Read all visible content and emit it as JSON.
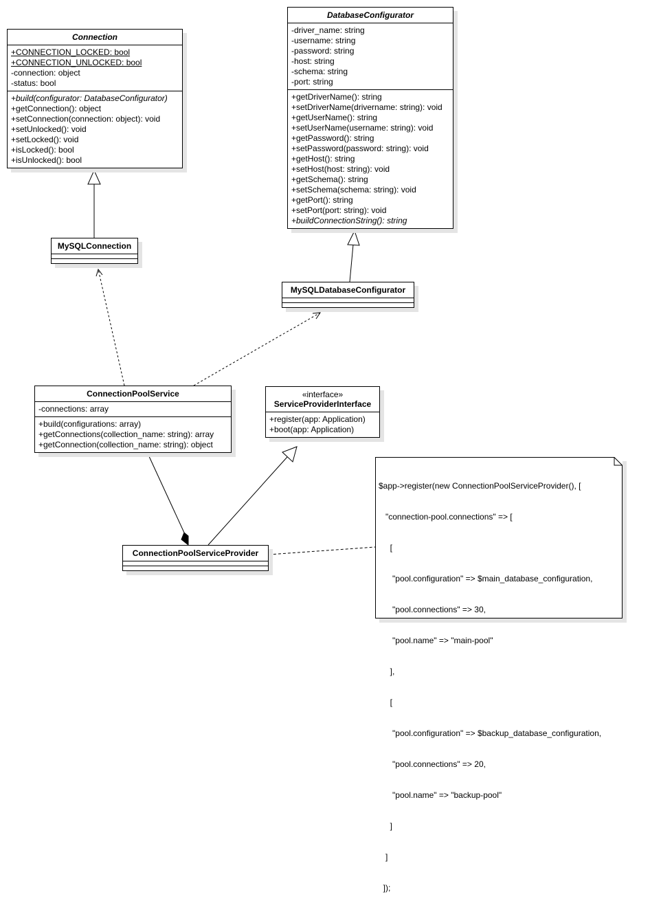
{
  "classes": {
    "connection": {
      "name": "Connection",
      "attributes": [
        "+CONNECTION_LOCKED: bool",
        "+CONNECTION_UNLOCKED: bool",
        "-connection: object",
        "-status: bool"
      ],
      "operations": [
        "+build(configurator: DatabaseConfigurator)",
        "+getConnection(): object",
        "+setConnection(connection: object): void",
        "+setUnlocked(): void",
        "+setLocked(): void",
        "+isLocked(): bool",
        "+isUnlocked(): bool"
      ]
    },
    "database_configurator": {
      "name": "DatabaseConfigurator",
      "attributes": [
        "-driver_name: string",
        "-username: string",
        "-password: string",
        "-host: string",
        "-schema: string",
        "-port: string"
      ],
      "operations": [
        "+getDriverName(): string",
        "+setDriverName(drivername: string): void",
        "+getUserName(): string",
        "+setUserName(username: string): void",
        "+getPassword(): string",
        "+setPassword(password: string): void",
        "+getHost(): string",
        "+setHost(host: string): void",
        "+getSchema(): string",
        "+setSchema(schema: string): void",
        "+getPort(): string",
        "+setPort(port: string): void",
        "+buildConnectionString(): string"
      ]
    },
    "mysql_connection": {
      "name": "MySQLConnection"
    },
    "mysql_database_configurator": {
      "name": "MySQLDatabaseConfigurator"
    },
    "connection_pool_service": {
      "name": "ConnectionPoolService",
      "attributes": [
        "-connections: array"
      ],
      "operations": [
        "+build(configurations: array)",
        "+getConnections(collection_name: string): array",
        "+getConnection(collection_name: string): object"
      ]
    },
    "service_provider_interface": {
      "stereotype": "«interface»",
      "name": "ServiceProviderInterface",
      "operations": [
        "+register(app: Application)",
        "+boot(app: Application)"
      ]
    },
    "connection_pool_service_provider": {
      "name": "ConnectionPoolServiceProvider"
    }
  },
  "note": {
    "lines": [
      "$app->register(new ConnectionPoolServiceProvider(), [",
      "   \"connection-pool.connections\" => [",
      "     [",
      "      \"pool.configuration\" => $main_database_configuration,",
      "      \"pool.connections\" => 30,",
      "      \"pool.name\" => \"main-pool\"",
      "     ],",
      "     [",
      "      \"pool.configuration\" => $backup_database_configuration,",
      "      \"pool.connections\" => 20,",
      "      \"pool.name\" => \"backup-pool\"",
      "     ]",
      "   ]",
      "  ]);"
    ]
  }
}
